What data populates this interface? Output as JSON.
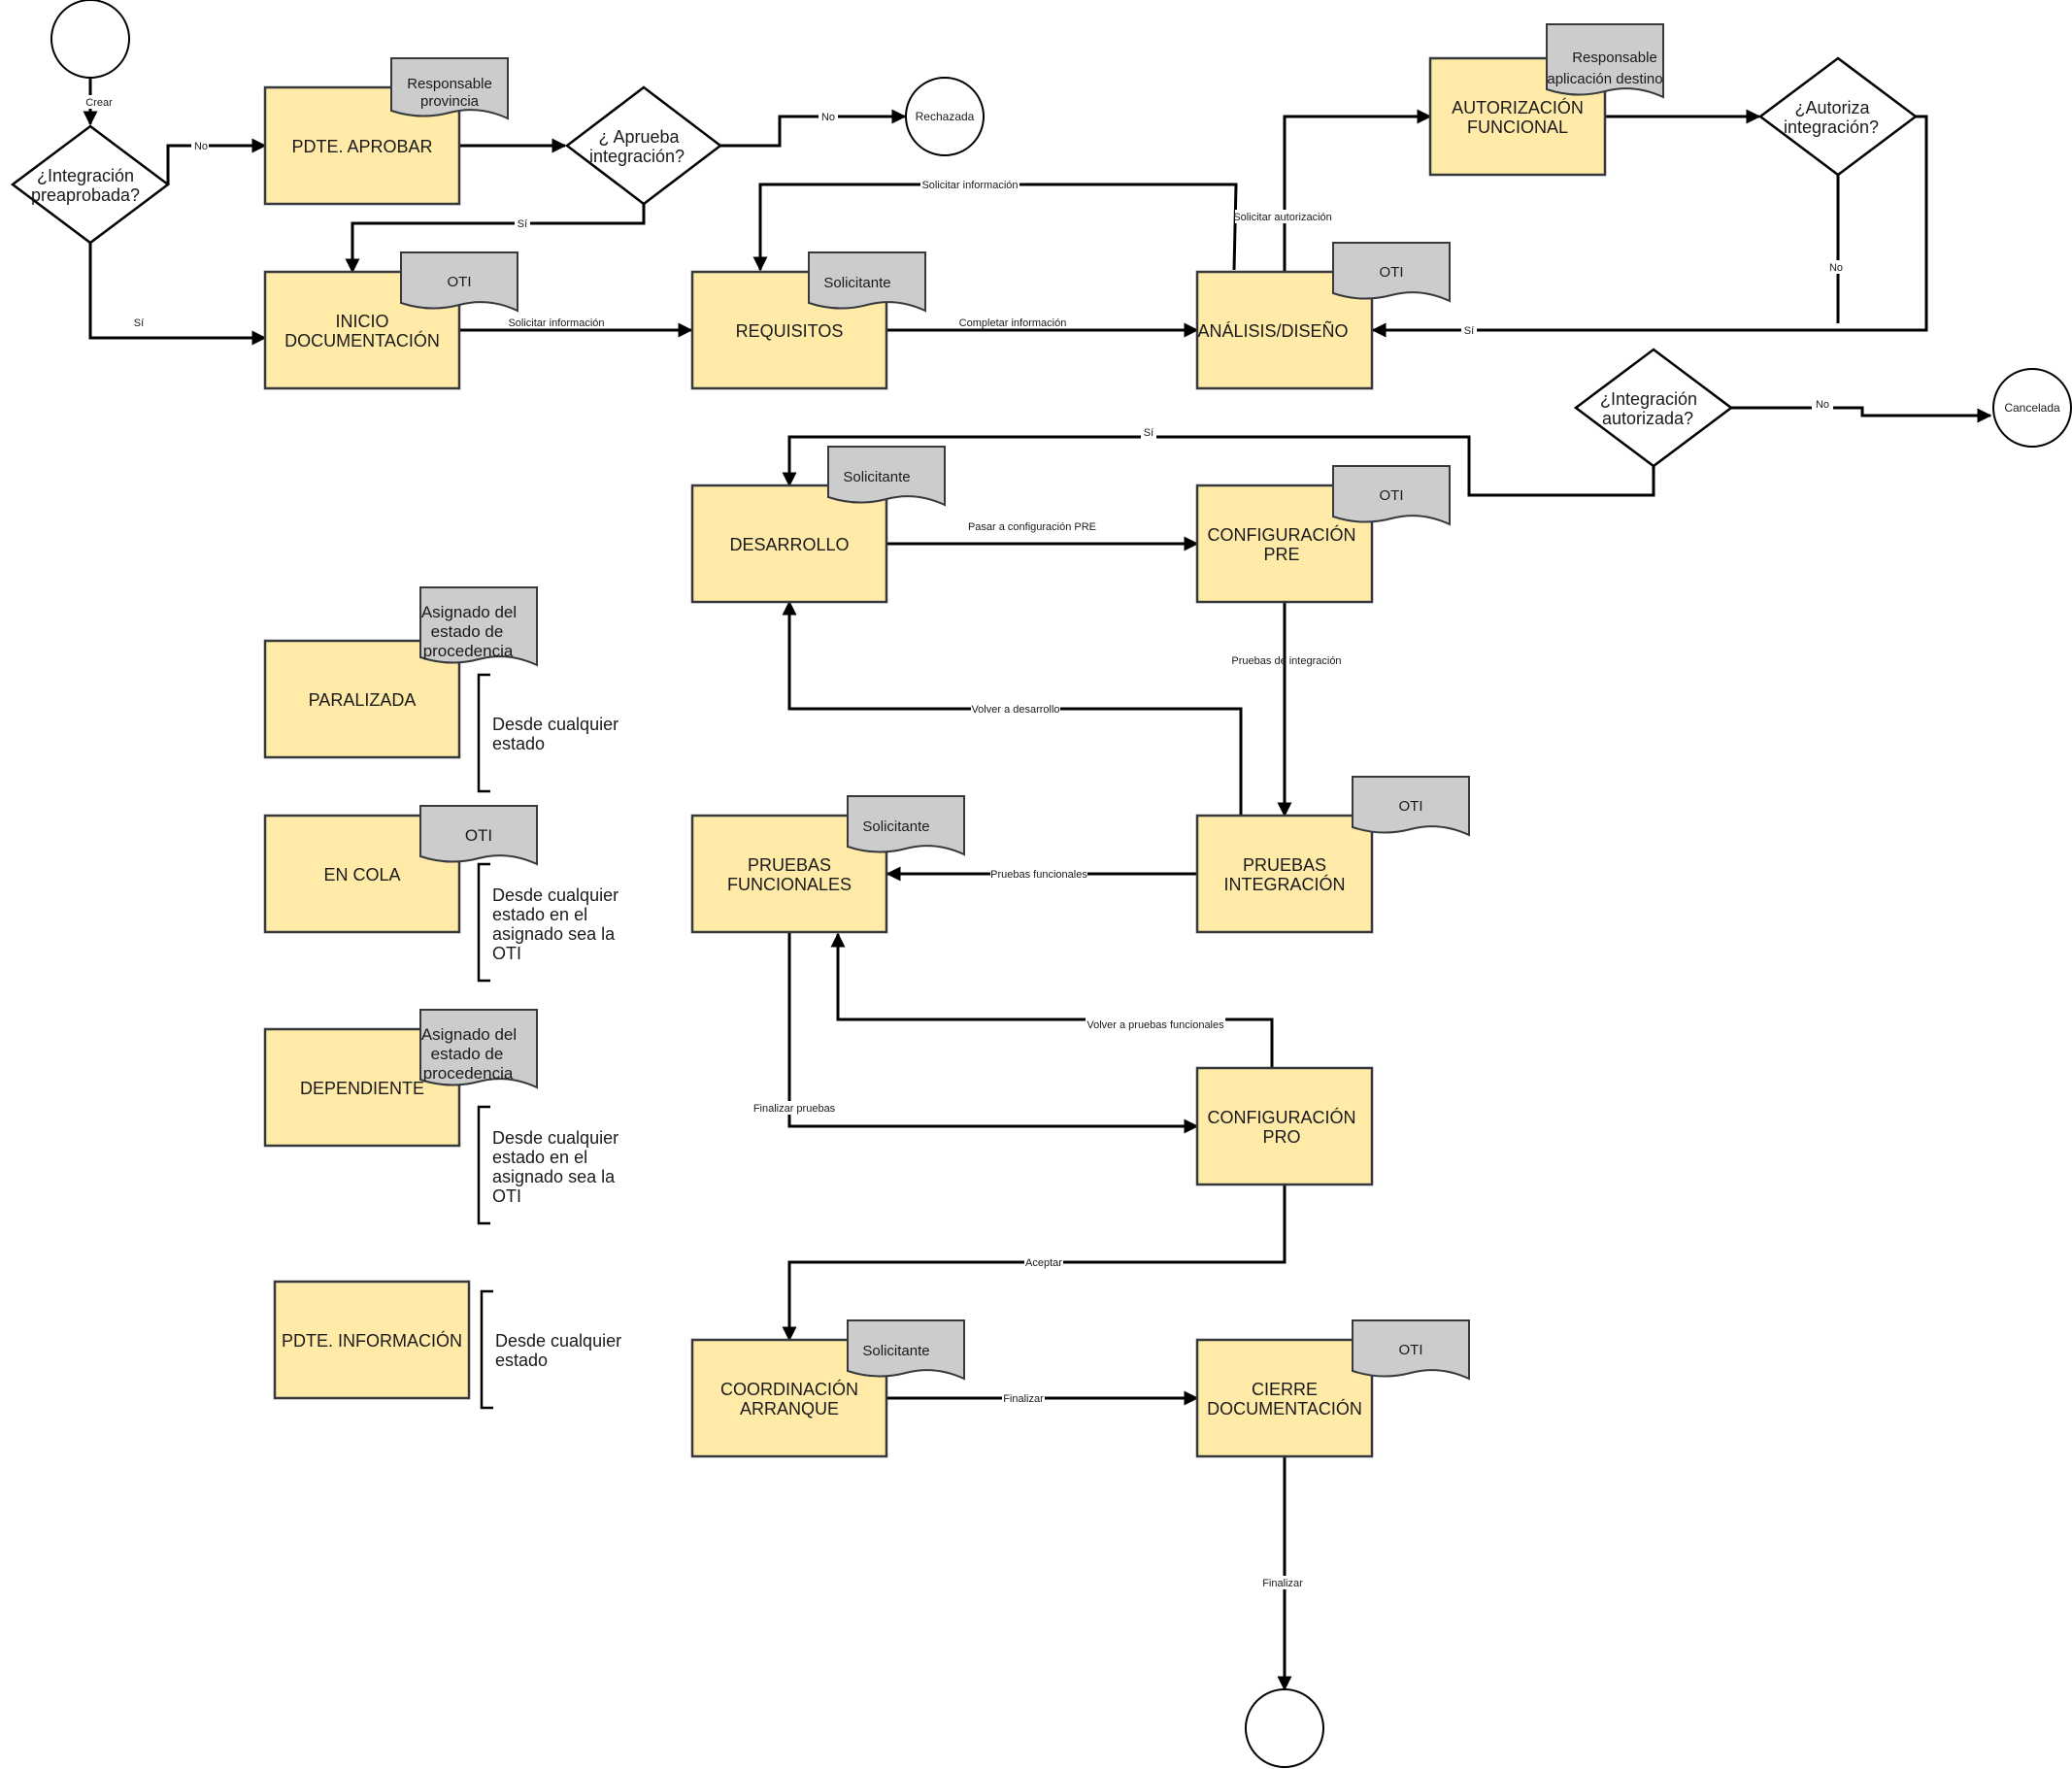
{
  "events": {
    "start": "",
    "rejected": "Rechazada",
    "cancelled": "Cancelada",
    "end": ""
  },
  "states": {
    "pdte_aprobar": "PDTE. APROBAR",
    "inicio_documentacion": [
      "INICIO",
      "DOCUMENTACIÓN"
    ],
    "requisitos": "REQUISITOS",
    "analisis_diseno": "ANÁLISIS/DISEÑO",
    "autorizacion_funcional": [
      "AUTORIZACIÓN",
      "FUNCIONAL"
    ],
    "desarrollo": "DESARROLLO",
    "configuracion_pre": [
      "CONFIGURACIÓN",
      "PRE"
    ],
    "pruebas_funcionales": [
      "PRUEBAS",
      "FUNCIONALES"
    ],
    "pruebas_integracion": [
      "PRUEBAS",
      "INTEGRACIÓN"
    ],
    "configuracion_pro": [
      "CONFIGURACIÓN",
      "PRO"
    ],
    "coordinacion_arranque": [
      "COORDINACIÓN",
      "ARRANQUE"
    ],
    "cierre_documentacion": [
      "CIERRE",
      "DOCUMENTACIÓN"
    ],
    "paralizada": "PARALIZADA",
    "en_cola": "EN COLA",
    "dependiente": "DEPENDIENTE",
    "pdte_informacion": "PDTE. INFORMACIÓN"
  },
  "roles": {
    "responsable_provincia": [
      "Responsable",
      "provincia"
    ],
    "oti": "OTI",
    "solicitante": "Solicitante",
    "responsable_aplicacion_destino": [
      "Responsable",
      "aplicación destino"
    ],
    "asignado_estado_procedencia": [
      "Asignado del",
      "estado de",
      "procedencia"
    ]
  },
  "decisions": {
    "integracion_preaprobada": [
      "¿Integración",
      "preaprobada?"
    ],
    "aprueba_integracion": [
      "¿ Aprueba",
      "integración?"
    ],
    "autoriza_integracion": [
      "¿Autoriza",
      "integración?"
    ],
    "integracion_autorizada": [
      "¿Integración",
      "autorizada?"
    ]
  },
  "edges": {
    "crear": "Crear",
    "no": "No",
    "si": "Sí",
    "solicitar_informacion": "Solicitar información",
    "completar_informacion": "Completar información",
    "solicitar_autorizacion": "Solicitar autorización",
    "pasar_configuracion_pre": "Pasar a configuración PRE",
    "pruebas_de_integracion": "Pruebas de integración",
    "volver_a_desarrollo": "Volver a desarrollo",
    "pruebas_funcionales": "Pruebas funcionales",
    "volver_a_pruebas_funcionales": "Volver a pruebas funcionales",
    "finalizar_pruebas": "Finalizar pruebas",
    "aceptar": "Aceptar",
    "finalizar": "Finalizar"
  },
  "notes": {
    "desde_cualquier_estado": [
      "Desde cualquier",
      "estado"
    ],
    "desde_cualquier_estado_oti": [
      "Desde cualquier",
      "estado en el",
      "asignado sea la",
      "OTI"
    ]
  },
  "colors": {
    "state_fill": "#ffeaa7",
    "role_fill": "#cccccc",
    "stroke": "#36393d"
  }
}
